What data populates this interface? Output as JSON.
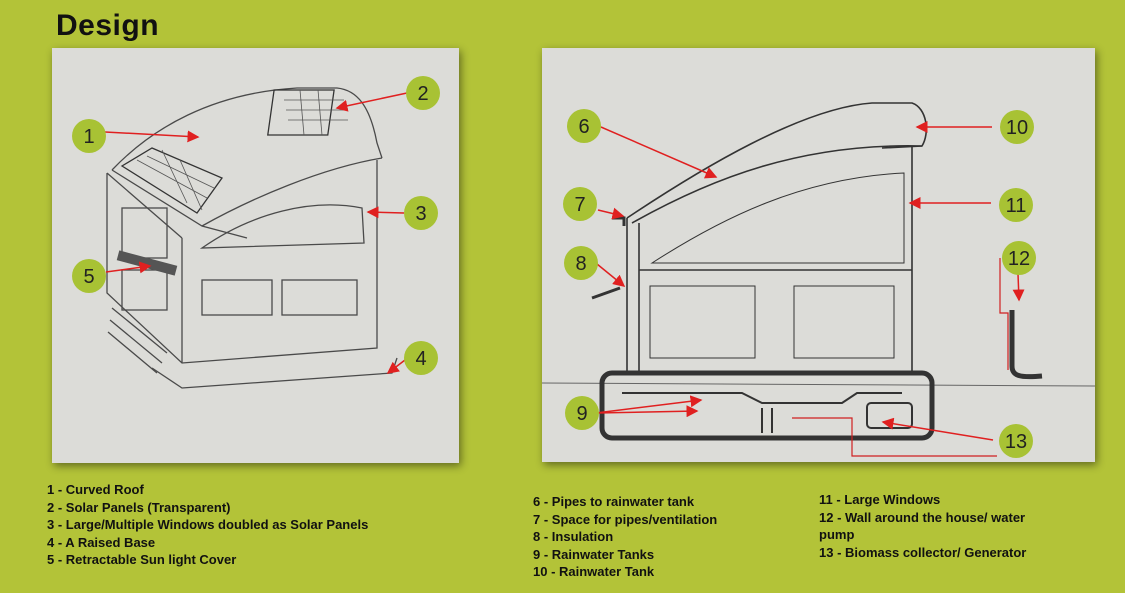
{
  "page": {
    "title": "Design"
  },
  "colors": {
    "background": "#b3c338",
    "marker": "#a8c234",
    "arrow": "#e02020",
    "paper": "#dcdcd8"
  },
  "callouts": [
    "1",
    "2",
    "3",
    "4",
    "5",
    "6",
    "7",
    "8",
    "9",
    "10",
    "11",
    "12",
    "13"
  ],
  "legend": {
    "column1": [
      "1 - Curved Roof",
      "2 - Solar Panels (Transparent)",
      "3 - Large/Multiple Windows doubled as Solar Panels",
      "4 - A Raised Base",
      "5 - Retractable Sun light Cover"
    ],
    "column2": [
      "6 - Pipes to rainwater tank",
      "7 - Space for pipes/ventilation",
      "8 - Insulation",
      "9 - Rainwater Tanks",
      "10 - Rainwater Tank"
    ],
    "column3": [
      "11 - Large Windows",
      "12 - Wall around the house/ water pump",
      "13 - Biomass collector/ Generator"
    ]
  }
}
